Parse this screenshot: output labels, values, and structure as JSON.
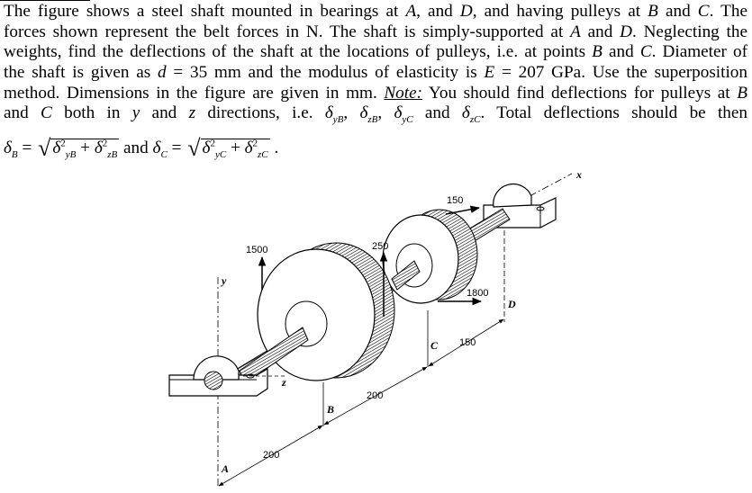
{
  "paragraph": {
    "lines": [
      [
        {
          "t": "The figure shows a steel shaft mounted in bearings at "
        },
        {
          "t": "A",
          "i": 1
        },
        {
          "t": ", and "
        },
        {
          "t": "D",
          "i": 1
        },
        {
          "t": ", and having pulleys at "
        },
        {
          "t": "B",
          "i": 1
        },
        {
          "t": " and "
        },
        {
          "t": "C",
          "i": 1
        },
        {
          "t": ". The"
        }
      ],
      [
        {
          "t": "forces shown represent the belt forces in N. The shaft is simply-supported at "
        },
        {
          "t": "A",
          "i": 1
        },
        {
          "t": " and "
        },
        {
          "t": "D",
          "i": 1
        },
        {
          "t": ". Neglecting the"
        }
      ],
      [
        {
          "t": "weights, find the deflections of the shaft at the locations of pulleys, i.e. at points "
        },
        {
          "t": "B",
          "i": 1
        },
        {
          "t": " and "
        },
        {
          "t": "C",
          "i": 1
        },
        {
          "t": ". Diameter of"
        }
      ],
      [
        {
          "t": "the shaft is given as "
        },
        {
          "t": "d",
          "i": 1
        },
        {
          "t": " = 35 mm and the modulus of elasticity is "
        },
        {
          "t": "E",
          "i": 1
        },
        {
          "t": " = 207 GPa. Use the superposition"
        }
      ],
      [
        {
          "t": "method. Dimensions in the figure are given in mm. "
        },
        {
          "t": "Note:",
          "i": 1,
          "u": 1
        },
        {
          "t": " You should find deflections for pulleys at "
        },
        {
          "t": "B",
          "i": 1
        }
      ],
      [
        {
          "t": "and "
        },
        {
          "t": "C",
          "i": 1
        },
        {
          "t": " both in "
        },
        {
          "t": "y",
          "i": 1
        },
        {
          "t": " and "
        },
        {
          "t": "z",
          "i": 1
        },
        {
          "t": " directions, i.e. "
        },
        {
          "t": "δ",
          "i": 1
        },
        {
          "t": "yB",
          "i": 1,
          "sub": 1
        },
        {
          "t": ", "
        },
        {
          "t": "δ",
          "i": 1
        },
        {
          "t": "zB",
          "i": 1,
          "sub": 1
        },
        {
          "t": ", "
        },
        {
          "t": "δ",
          "i": 1
        },
        {
          "t": "yC",
          "i": 1,
          "sub": 1
        },
        {
          "t": " and "
        },
        {
          "t": "δ",
          "i": 1
        },
        {
          "t": "zC",
          "i": 1,
          "sub": 1
        },
        {
          "t": ". Total deflections should be then"
        }
      ]
    ]
  },
  "formula": {
    "delta": "δ",
    "B": "B",
    "C": "C",
    "yB": "yB",
    "zB": "zB",
    "yC": "yC",
    "zC": "zC",
    "two": "2",
    "eq": " = ",
    "plus": " + ",
    "and": " and ",
    "end": " .",
    "radical": "√"
  },
  "diagram": {
    "forces": {
      "f1500": "1500",
      "f250": "250",
      "f150": "150",
      "f1800": "1800"
    },
    "dimensions": {
      "ab": "200",
      "bc": "200",
      "cd": "150"
    },
    "points": {
      "A": "A",
      "B": "B",
      "C": "C",
      "D": "D"
    },
    "axes": {
      "x": "x",
      "y": "y",
      "z": "z"
    }
  }
}
